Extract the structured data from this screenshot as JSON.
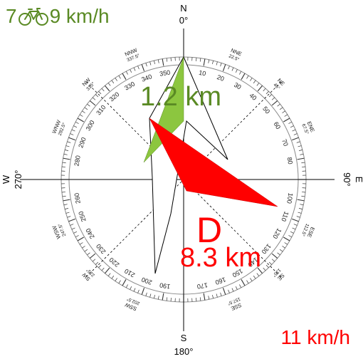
{
  "top_speed": {
    "prefix": "7",
    "value": "9 km/h",
    "icon": "bicycle-icon",
    "color": "#5a8a24"
  },
  "bottom_speed": {
    "value": "11 km/h",
    "color": "#ff0000"
  },
  "cardinals": [
    {
      "key": "n",
      "letter": "N",
      "deg_label": "0°"
    },
    {
      "key": "e",
      "letter": "E",
      "deg_label": "90°"
    },
    {
      "key": "s",
      "letter": "S",
      "deg_label": "180°"
    },
    {
      "key": "w",
      "letter": "W",
      "deg_label": "270°"
    }
  ],
  "intercardinals": [
    {
      "key": "nne",
      "name": "NNE",
      "deg_label": "22.5°",
      "angle": 22.5
    },
    {
      "key": "ne",
      "name": "NE",
      "deg_label": "45°",
      "angle": 45
    },
    {
      "key": "ene",
      "name": "ENE",
      "deg_label": "67.5°",
      "angle": 67.5
    },
    {
      "key": "ese",
      "name": "ESE",
      "deg_label": "112.5°",
      "angle": 112.5
    },
    {
      "key": "se",
      "name": "SE",
      "deg_label": "135°",
      "angle": 135
    },
    {
      "key": "sse",
      "name": "SSE",
      "deg_label": "157.5°",
      "angle": 157.5
    },
    {
      "key": "ssw",
      "name": "SSW",
      "deg_label": "202.5°",
      "angle": 202.5
    },
    {
      "key": "sw",
      "name": "SW",
      "deg_label": "225°",
      "angle": 225
    },
    {
      "key": "wsw",
      "name": "WSW",
      "deg_label": "247.5°",
      "angle": 247.5
    },
    {
      "key": "wnw",
      "name": "WNW",
      "deg_label": "292.5°",
      "angle": 292.5
    },
    {
      "key": "nw",
      "name": "NW",
      "deg_label": "315°",
      "angle": 315
    },
    {
      "key": "nnw",
      "name": "NNW",
      "deg_label": "337.5°",
      "angle": 337.5
    }
  ],
  "degree_numbers": [
    "350",
    "10",
    "20",
    "30",
    "40",
    "50",
    "60",
    "70",
    "80",
    "100",
    "110",
    "120",
    "130",
    "140",
    "150",
    "160",
    "170",
    "190",
    "200",
    "210",
    "220",
    "230",
    "240",
    "250",
    "260",
    "280",
    "290",
    "300",
    "310",
    "320",
    "330",
    "340"
  ],
  "green_target": {
    "distance": "1.2 km",
    "color": "#8cc63f",
    "text_color": "#5a8a24",
    "bearing_deg": 0
  },
  "red_target": {
    "distance": "8.3 km",
    "letter": "D",
    "color": "#ff0000",
    "bearing_deg": 110
  },
  "heading_arrow": {
    "color": "#ffffff",
    "outline": "#000000"
  }
}
